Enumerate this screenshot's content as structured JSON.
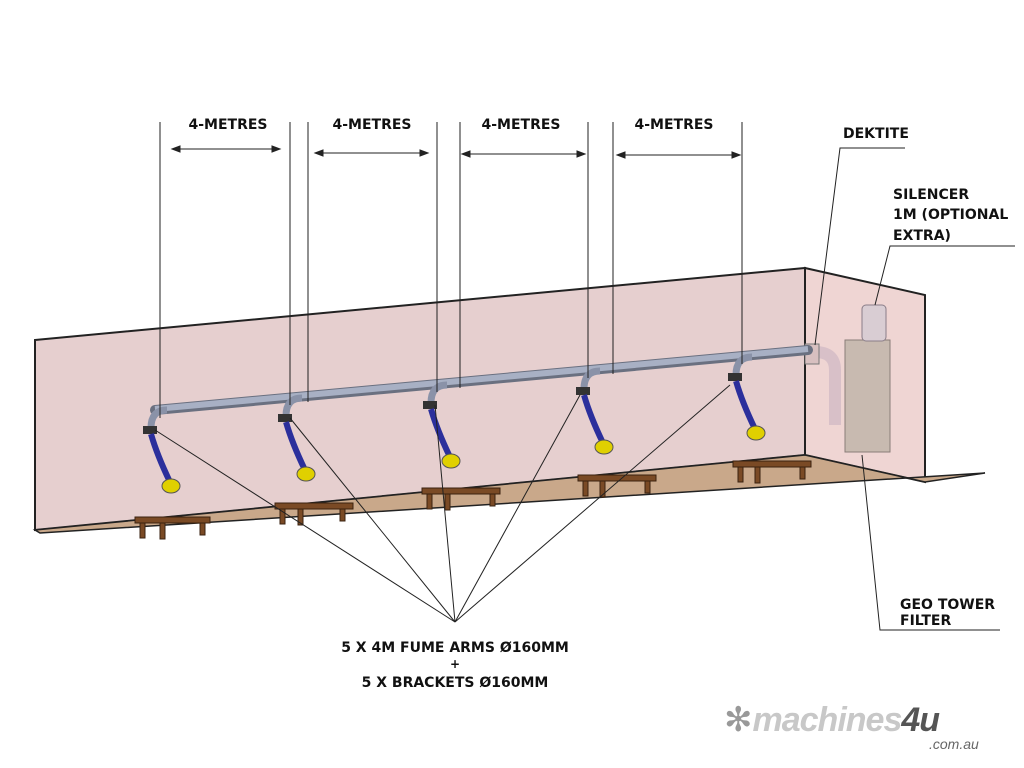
{
  "dimensions": [
    "4-METRES",
    "4-METRES",
    "4-METRES",
    "4-METRES"
  ],
  "labels": {
    "dektite": "DEKTITE",
    "silencer_lines": [
      "SILENCER",
      "1M (OPTIONAL",
      "EXTRA)"
    ],
    "geo_tower_lines": [
      "GEO TOWER",
      "FILTER"
    ],
    "fume_arms": "5 X 4M FUME ARMS Ø160MM",
    "plus": "+",
    "brackets": "5 X BRACKETS Ø160MM"
  },
  "logo": {
    "name_light": "machines",
    "name_dark": "4u",
    "domain": ".com.au"
  },
  "colors": {
    "wall": "#e6cfcf",
    "floor": "#c9a88a",
    "pipe": "#9aa3b8",
    "arm": "#2b2f9c",
    "hood": "#e0d000"
  }
}
